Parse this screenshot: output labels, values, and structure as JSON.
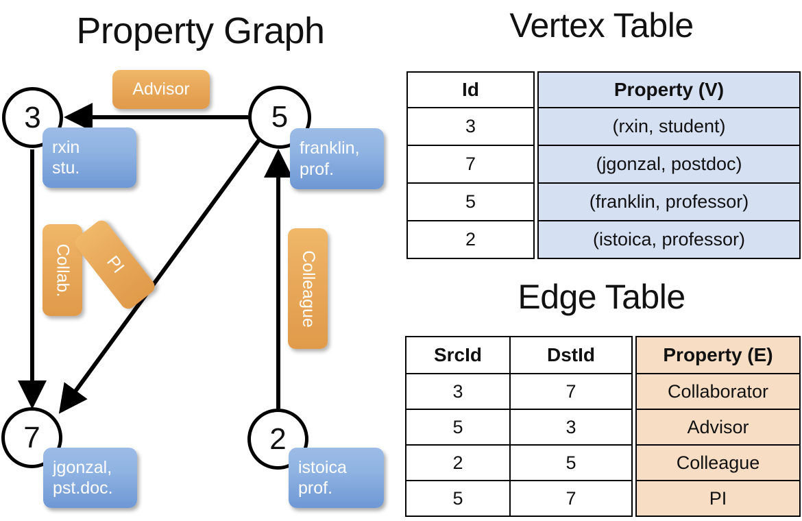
{
  "titles": {
    "property_graph": "Property Graph",
    "vertex_table": "Vertex Table",
    "edge_table": "Edge Table"
  },
  "graph": {
    "nodes": [
      {
        "id": "3",
        "name": "node-3",
        "prop_line1": "rxin",
        "prop_line2": "stu."
      },
      {
        "id": "5",
        "name": "node-5",
        "prop_line1": "franklin,",
        "prop_line2": "prof."
      },
      {
        "id": "7",
        "name": "node-7",
        "prop_line1": "jgonzal,",
        "prop_line2": "pst.doc."
      },
      {
        "id": "2",
        "name": "node-2",
        "prop_line1": "istoica",
        "prop_line2": "prof."
      }
    ],
    "edge_labels": [
      {
        "text": "Advisor",
        "name": "edge-label-advisor"
      },
      {
        "text": "Collab.",
        "name": "edge-label-collab"
      },
      {
        "text": "PI",
        "name": "edge-label-pi"
      },
      {
        "text": "Colleague",
        "name": "edge-label-colleague"
      }
    ]
  },
  "vertex_table": {
    "headers": [
      "Id",
      "Property (V)"
    ],
    "rows": [
      {
        "id": "3",
        "property": "(rxin, student)"
      },
      {
        "id": "7",
        "property": "(jgonzal, postdoc)"
      },
      {
        "id": "5",
        "property": "(franklin, professor)"
      },
      {
        "id": "2",
        "property": "(istoica, professor)"
      }
    ]
  },
  "edge_table": {
    "headers": [
      "SrcId",
      "DstId",
      "Property (E)"
    ],
    "rows": [
      {
        "src": "3",
        "dst": "7",
        "property": "Collaborator"
      },
      {
        "src": "5",
        "dst": "3",
        "property": "Advisor"
      },
      {
        "src": "2",
        "dst": "5",
        "property": "Colleague"
      },
      {
        "src": "5",
        "dst": "7",
        "property": "PI"
      }
    ]
  },
  "colors": {
    "vertex_header_fill": "#d6e0f3",
    "edge_header_fill": "#f7ddc4",
    "vertex_prop_box": "#8fb3e2",
    "edge_label_box": "#e8a85a",
    "stroke": "#000000",
    "background": "#ffffff"
  }
}
